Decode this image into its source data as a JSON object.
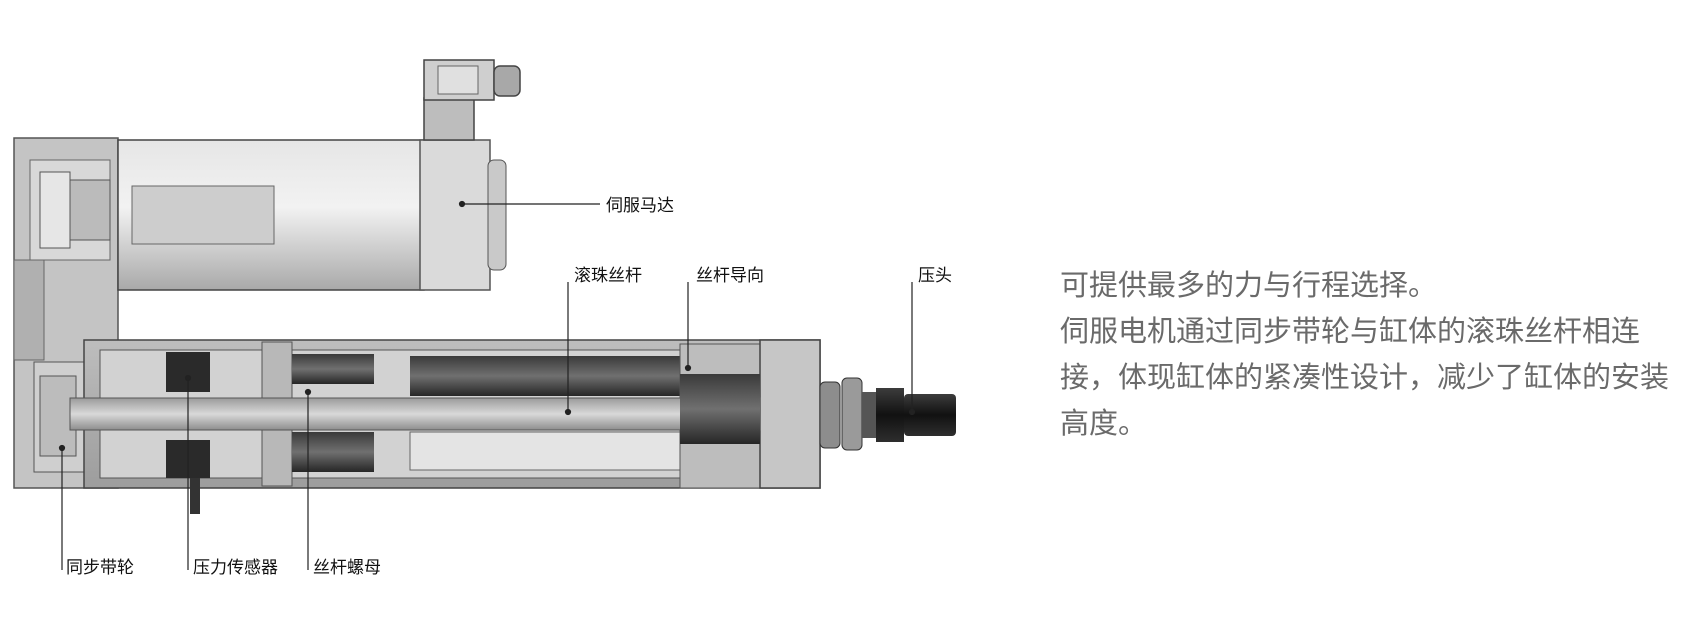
{
  "labels": {
    "servo_motor": "伺服马达",
    "ball_screw": "滚珠丝杆",
    "screw_guide": "丝杆导向",
    "press_head": "压头",
    "timing_pulley": "同步带轮",
    "pressure_sensor": "压力传感器",
    "screw_nut": "丝杆螺母"
  },
  "description": {
    "line1": "可提供最多的力与行程选择。",
    "line2": "伺服电机通过同步带轮与缸体的滚珠丝杆相连接，体现缸体的紧凑性设计，减少了缸体的安装高度。"
  },
  "colors": {
    "text_gray": "#6a6a6a",
    "metal_light": "#c8c8c8",
    "metal_mid": "#9a9a9a",
    "metal_dark": "#2a2a2a"
  }
}
